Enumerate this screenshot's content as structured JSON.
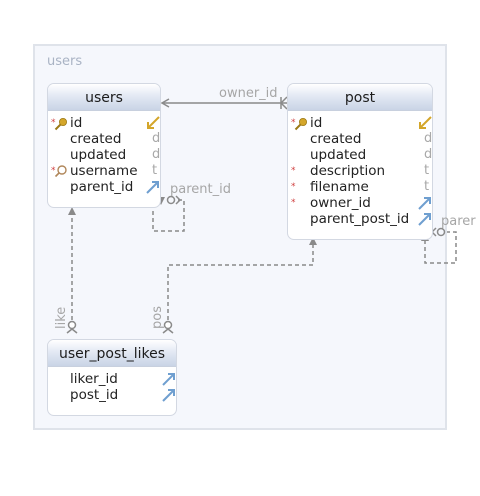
{
  "group": {
    "title": "users"
  },
  "tables": {
    "users": {
      "title": "users",
      "columns": [
        "id",
        "created",
        "updated",
        "username",
        "parent_id"
      ],
      "type_hints": [
        "d",
        "d",
        "t"
      ]
    },
    "post": {
      "title": "post",
      "columns": [
        "id",
        "created",
        "updated",
        "description",
        "filename",
        "owner_id",
        "parent_post_id"
      ],
      "type_hints": [
        "d",
        "d",
        "t",
        "t"
      ]
    },
    "user_post_likes": {
      "title": "user_post_likes",
      "columns": [
        "liker_id",
        "post_id"
      ]
    }
  },
  "relations": {
    "owner": "owner_id",
    "users_parent": "parent_id",
    "post_parent": "parer",
    "like": "like",
    "pos": "pos"
  },
  "colors": {
    "connector": "#8a8a8a",
    "fk_arrow": "#6f9fd0",
    "pk_key": "#d4a62a",
    "required_mark": "#d04040"
  }
}
